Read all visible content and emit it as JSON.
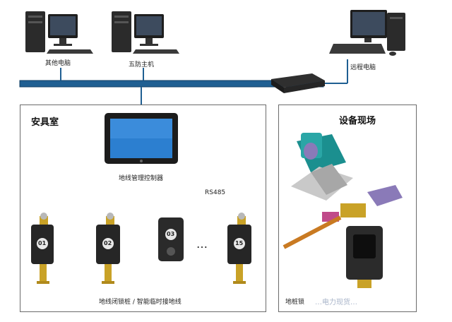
{
  "network": {
    "other_pc_label": "其他电脑",
    "wufang_host_label": "五防主机",
    "remote_pc_label": "远程电脑"
  },
  "tool_room": {
    "title": "安具室",
    "controller_label": "地线管理控制器",
    "bus_label": "RS485",
    "lock_ids": [
      "01",
      "02",
      "03",
      "15"
    ],
    "ellipsis": "…",
    "caption": "地线闭锁桩 / 智能临时接地线"
  },
  "site": {
    "title": "设备现场",
    "caption": "地桩锁",
    "watermark": "…电力现货…"
  },
  "colors": {
    "bus": "#1f5f92",
    "bus_edge": "#0f3d63",
    "panel_border": "#6b6b6b",
    "brass": "#c9a227"
  }
}
